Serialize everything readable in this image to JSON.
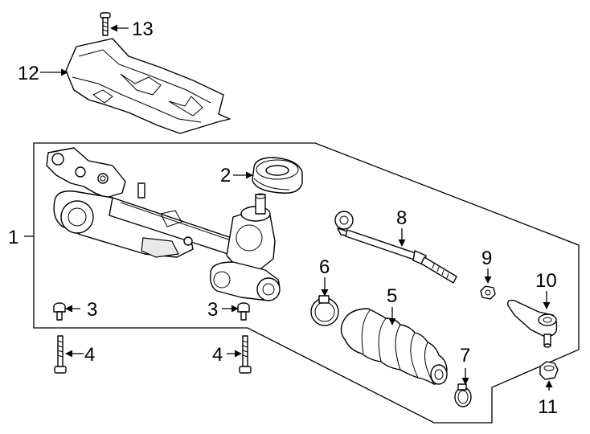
{
  "diagram": {
    "callouts": {
      "c1": "1",
      "c2": "2",
      "c3a": "3",
      "c3b": "3",
      "c4a": "4",
      "c4b": "4",
      "c5": "5",
      "c6": "6",
      "c7": "7",
      "c8": "8",
      "c9": "9",
      "c10": "10",
      "c11": "11",
      "c12": "12",
      "c13": "13"
    }
  },
  "colors": {
    "line": "#000000",
    "background": "#ffffff",
    "shade": "#e9e9e9"
  }
}
